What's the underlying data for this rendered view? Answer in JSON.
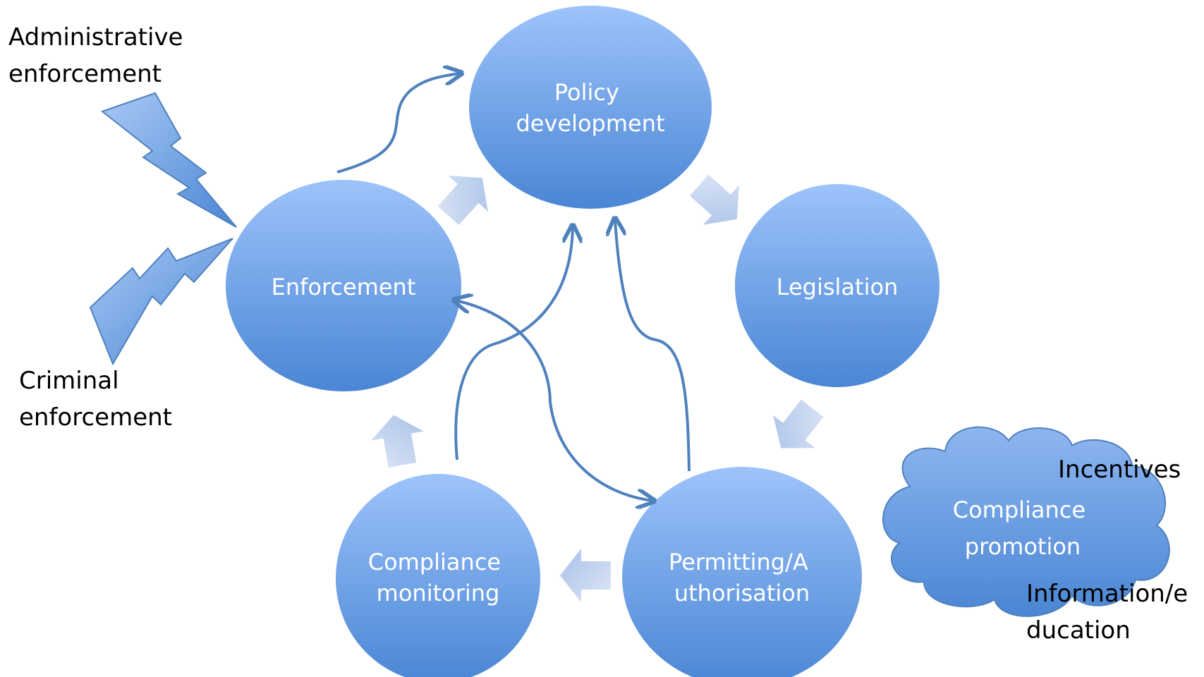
{
  "nodes": {
    "policy": [
      "Policy",
      "development"
    ],
    "legislation": [
      "Legislation"
    ],
    "permitting": [
      "Permitting/A",
      "uthorisation"
    ],
    "monitoring": [
      "Compliance",
      "monitoring"
    ],
    "enforcement": [
      "Enforcement"
    ]
  },
  "side_labels": {
    "administrative": [
      "Administrative",
      "enforcement"
    ],
    "criminal": [
      "Criminal",
      "enforcement"
    ]
  },
  "cloud": {
    "title": [
      "Compliance",
      "promotion"
    ],
    "incentives": "Incentives",
    "information": [
      "Information/e",
      "ducation"
    ]
  },
  "colors": {
    "circle_top": "#9dc3fb",
    "circle_bottom": "#4a86d4",
    "chevron_light": "#dce6f6",
    "chevron_dark": "#a9c1e8",
    "connector": "#4f81bd"
  }
}
